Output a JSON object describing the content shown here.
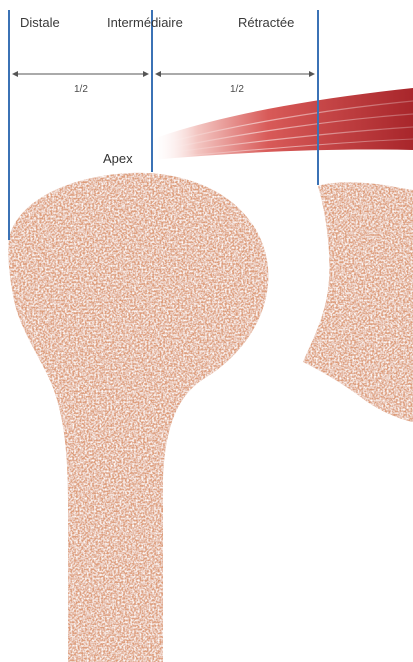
{
  "zones": {
    "distale": "Distale",
    "intermediaire": "Intermédiaire",
    "retractee": "Rétractée"
  },
  "fractions": {
    "left": "1/2",
    "right": "1/2"
  },
  "apex_label": "Apex",
  "colors": {
    "guide_line": "#3b72b5",
    "dimension_line": "#555555",
    "bone_fill": "#dd9b78",
    "bone_speckle_dark": "#c26b43",
    "bone_speckle_light": "#f6dfcf",
    "muscle_dark": "#a8262b",
    "muscle_mid": "#cf4d4d",
    "muscle_light": "#f3c6c2",
    "label_text": "#3a3a3a"
  }
}
